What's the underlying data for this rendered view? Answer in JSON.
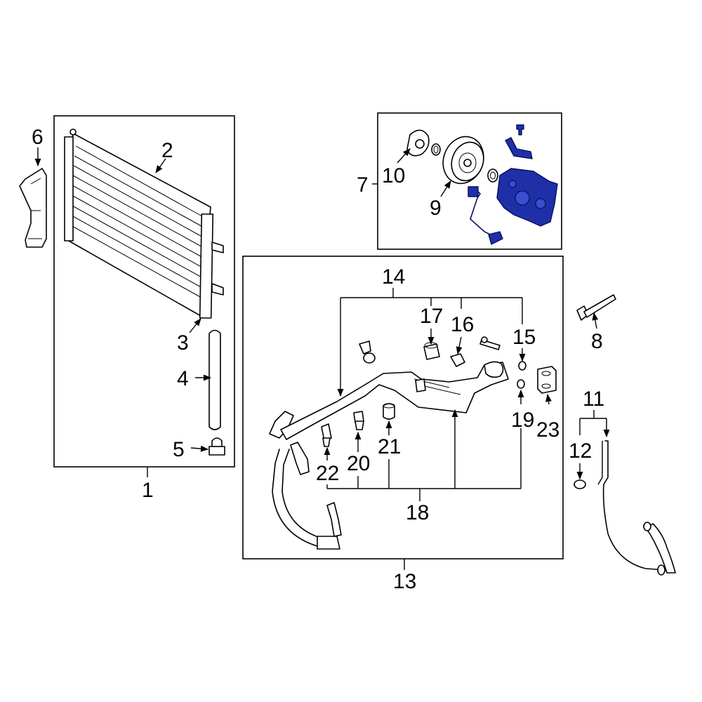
{
  "callouts": {
    "c1": "1",
    "c2": "2",
    "c3": "3",
    "c4": "4",
    "c5": "5",
    "c6": "6",
    "c7": "7",
    "c8": "8",
    "c9": "9",
    "c10": "10",
    "c11": "11",
    "c12": "12",
    "c13": "13",
    "c14": "14",
    "c15": "15",
    "c16": "16",
    "c17": "17",
    "c18": "18",
    "c19": "19",
    "c20": "20",
    "c21": "21",
    "c22": "22",
    "c23": "23"
  },
  "colors": {
    "highlight": "#1e2fa8",
    "line": "#000000",
    "background": "#ffffff"
  }
}
